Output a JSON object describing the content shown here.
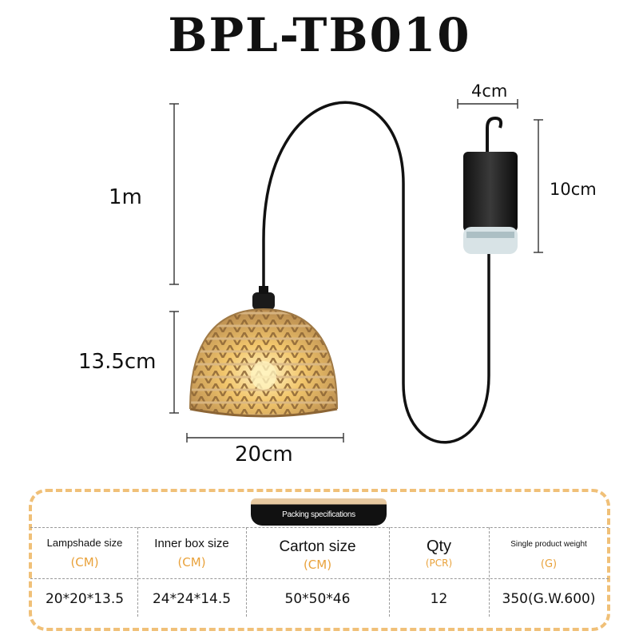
{
  "title": "BPL-TB010",
  "dimensions": {
    "cord_length": "1m",
    "shade_height": "13.5cm",
    "shade_width": "20cm",
    "battery_width": "4cm",
    "battery_height": "10cm"
  },
  "packing": {
    "title": "Packing specifications",
    "columns": [
      {
        "header": "Lampshade size",
        "unit": "(CM)",
        "value": "20*20*13.5"
      },
      {
        "header": "Inner box size",
        "unit": "(CM)",
        "value": "24*24*14.5"
      },
      {
        "header": "Carton size",
        "unit": "(CM)",
        "value": "50*50*46"
      },
      {
        "header": "Qty",
        "unit": "(PCR)",
        "value": "12"
      },
      {
        "header": "Single product weight",
        "unit": "(G)",
        "value": "350(G.W.600)"
      }
    ]
  },
  "colors": {
    "accent": "#e9a23b",
    "dashed_border": "#f0c078",
    "rattan": "#c9a06a",
    "cord": "#111111"
  }
}
